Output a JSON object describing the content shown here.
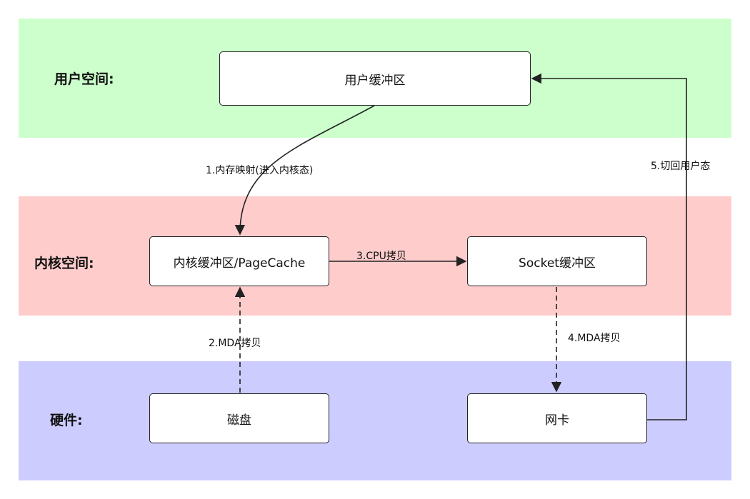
{
  "zones": {
    "user": "用户空间:",
    "kernel": "内核空间:",
    "hardware": "硬件:"
  },
  "nodes": {
    "user_buffer": "用户缓冲区",
    "kernel_buffer": "内核缓冲区/PageCache",
    "socket_buffer": "Socket缓冲区",
    "disk": "磁盘",
    "nic": "网卡"
  },
  "edges": {
    "step1": "1.内存映射(进入内核态)",
    "step2": "2.MDA拷贝",
    "step3": "3.CPU拷贝",
    "step4": "4.MDA拷贝",
    "step5": "5.切回用户态"
  },
  "colors": {
    "user_zone": "#ccffcc",
    "kernel_zone": "#ffcccc",
    "hardware_zone": "#ccccff",
    "stroke": "#222222"
  }
}
